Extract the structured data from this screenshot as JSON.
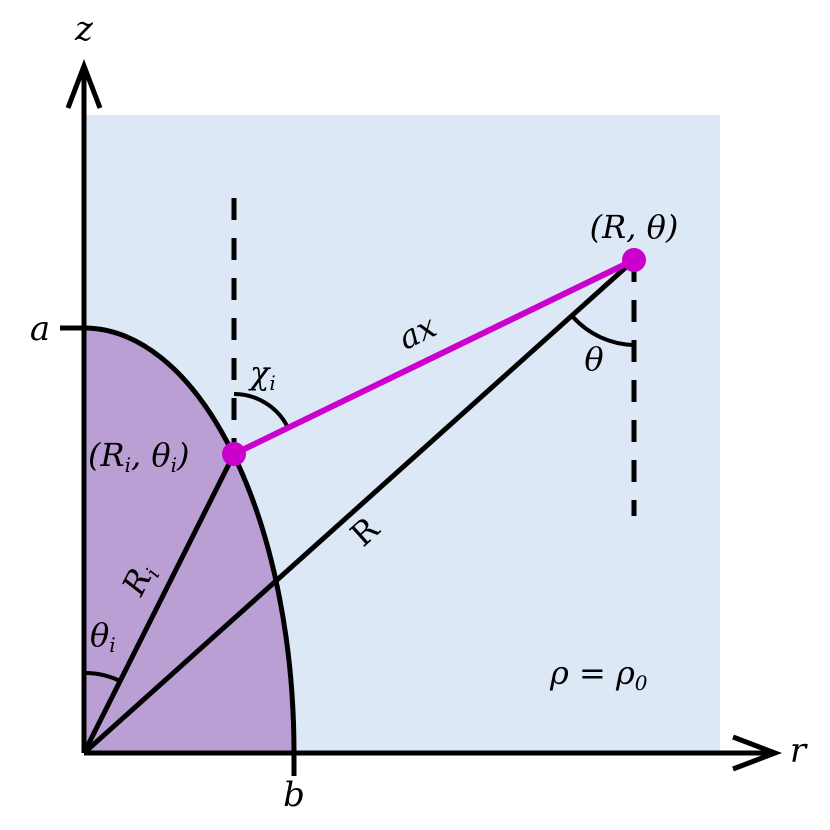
{
  "axes": {
    "z_label": "z",
    "r_label": "r",
    "a_label": "a",
    "b_label": "b"
  },
  "labels": {
    "point_i": "(R",
    "point_i_sub": "i",
    "point_i_mid": ", θ",
    "point_i_sub2": "i",
    "point_i_close": ")",
    "point_main": "(R, θ)",
    "ax": "ax",
    "R": "R",
    "Ri": "R",
    "Ri_sub": "i",
    "chi": "χ",
    "chi_sub": "i",
    "theta": "θ",
    "theta_i": "θ",
    "theta_i_sub": "i",
    "rho": "ρ = ρ",
    "rho_sub": "0"
  },
  "colors": {
    "domain_fill": "#dce8f5",
    "body_fill": "#b99fd4",
    "connector": "#cc00cc",
    "ink": "#000000"
  }
}
